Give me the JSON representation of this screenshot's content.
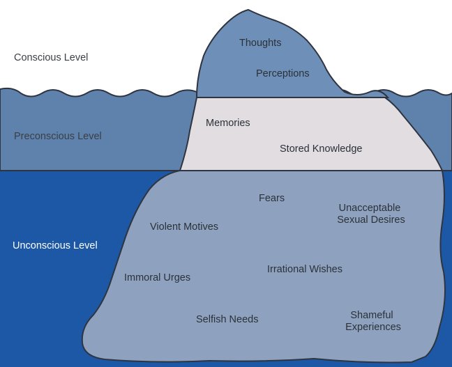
{
  "levels": {
    "conscious": "Conscious Level",
    "preconscious": "Preconscious Level",
    "unconscious": "Unconscious Level"
  },
  "conscious_items": {
    "thoughts": "Thoughts",
    "perceptions": "Perceptions"
  },
  "preconscious_items": {
    "memories": "Memories",
    "stored_knowledge": "Stored Knowledge"
  },
  "unconscious_items": {
    "fears": "Fears",
    "unacceptable_sexual_desires": [
      "Unacceptable",
      "Sexual Desires"
    ],
    "violent_motives": "Violent Motives",
    "immoral_urges": "Immoral Urges",
    "irrational_wishes": "Irrational Wishes",
    "selfish_needs": "Selfish Needs",
    "shameful_experiences": [
      "Shameful",
      "Experiences"
    ]
  },
  "colors": {
    "sky": "#ffffff",
    "shallow_water": "#5f82ad",
    "deep_water": "#1d58a6",
    "iceberg_top": "#6d8fb8",
    "iceberg_middle": "#e2dde0",
    "iceberg_base": "#8ea2bf",
    "outline": "#2e3440"
  }
}
